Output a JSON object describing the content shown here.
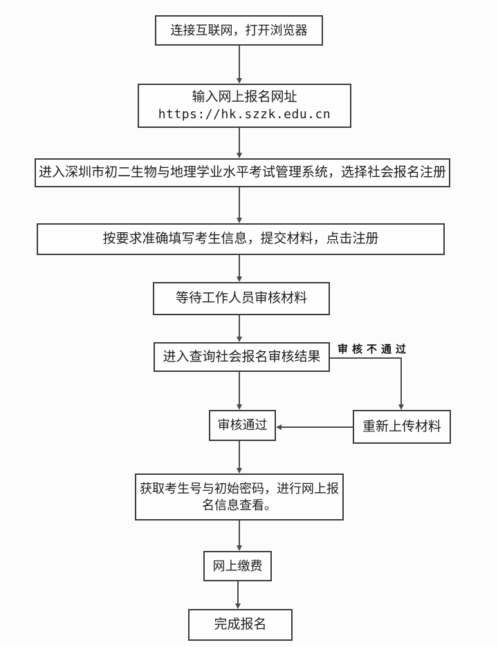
{
  "flowchart": {
    "nodes": {
      "connect_internet": "连接互联网，打开浏览器",
      "enter_url_title": "输入网上报名网址",
      "enter_url_address": "https://hk.szzk.edu.cn",
      "enter_system": "进入深圳市初二生物与地理学业水平考试管理系统，选择社会报名注册",
      "fill_info": "按要求准确填写考生信息，提交材料，点击注册",
      "wait_review": "等待工作人员审核材料",
      "query_result": "进入查询社会报名审核结果",
      "review_pass": "审核通过",
      "reupload": "重新上传材料",
      "get_id": "获取考生号与初始密码，进行网上报名信息查看。",
      "pay_online": "网上缴费",
      "complete": "完成报名"
    },
    "edge_labels": {
      "review_fail": "审核不通过"
    },
    "colors": {
      "border": "#3b3b3b",
      "line": "#4a4a4a",
      "text": "#1c1c1c",
      "background": "#fcfcfc"
    }
  }
}
